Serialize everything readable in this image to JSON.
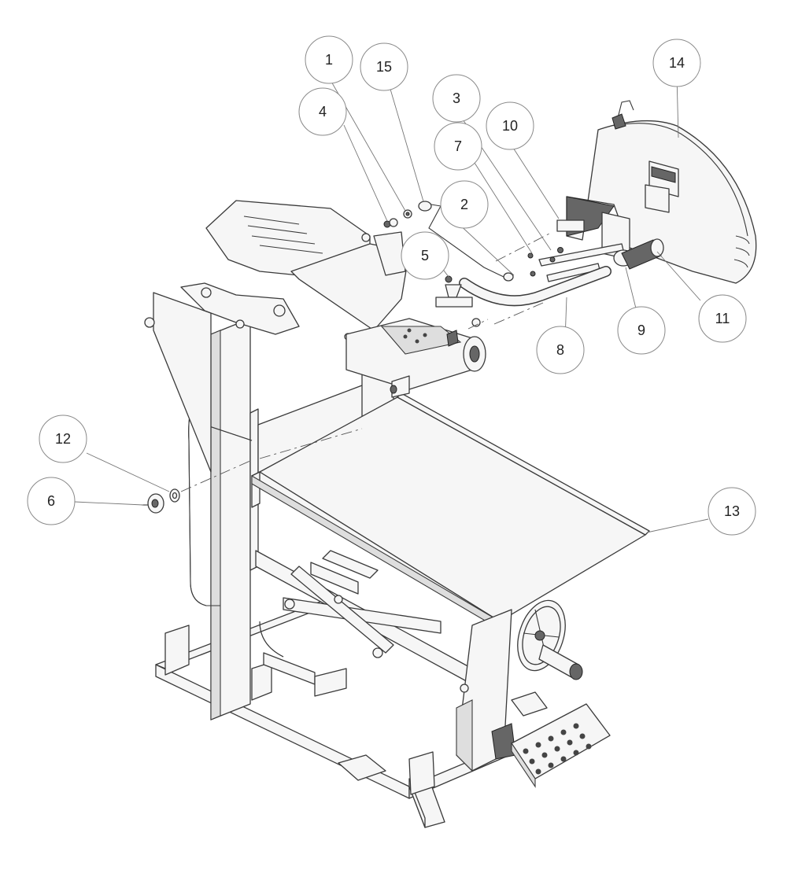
{
  "diagram": {
    "callouts": [
      {
        "id": "c1",
        "label": "1"
      },
      {
        "id": "c2",
        "label": "2"
      },
      {
        "id": "c3",
        "label": "3"
      },
      {
        "id": "c4",
        "label": "4"
      },
      {
        "id": "c5",
        "label": "5"
      },
      {
        "id": "c6",
        "label": "6"
      },
      {
        "id": "c7",
        "label": "7"
      },
      {
        "id": "c8",
        "label": "8"
      },
      {
        "id": "c9",
        "label": "9"
      },
      {
        "id": "c10",
        "label": "10"
      },
      {
        "id": "c11",
        "label": "11"
      },
      {
        "id": "c12",
        "label": "12"
      },
      {
        "id": "c13",
        "label": "13"
      },
      {
        "id": "c14",
        "label": "14"
      },
      {
        "id": "c15",
        "label": "15"
      }
    ],
    "colors": {
      "line": "#3a3a3a",
      "fill": "#f4f4f4",
      "shade": "#d9d9d9",
      "dark": "#555555"
    }
  }
}
